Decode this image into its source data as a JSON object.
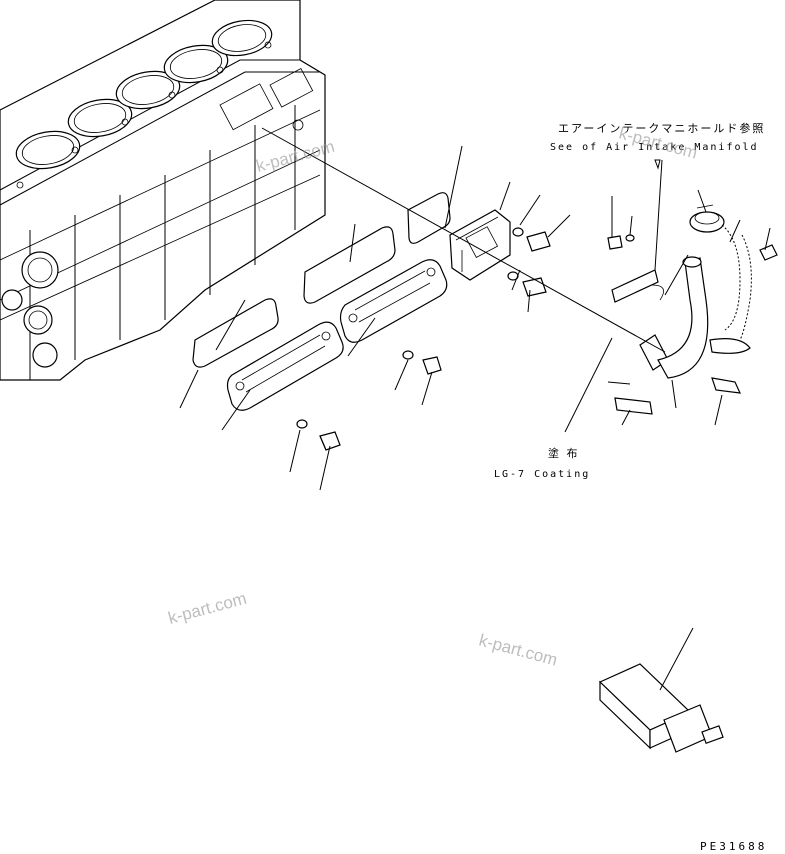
{
  "notes": {
    "air_intake_jp": "エアーインテークマニホールド参照",
    "air_intake_en": "See of Air Intake Manifold",
    "coating_jp": "塗 布",
    "coating_en": "LG-7 Coating"
  },
  "watermarks": [
    "k-part.com",
    "k-part.com",
    "k-part.com",
    "k-part.com"
  ],
  "drawing_code": "PE31688"
}
